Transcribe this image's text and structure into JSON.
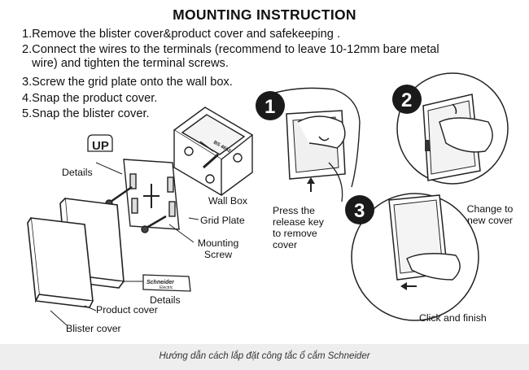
{
  "document": {
    "title": "MOUNTING INSTRUCTION",
    "steps": [
      "1.Remove the blister cover&product cover and safekeeping .",
      "2.Connect the wires to the terminals (recommend to leave 10-12mm bare metal\n   wire) and tighten the terminal screws.",
      "3.Screw the grid plate onto the wall box.",
      "4.Snap the product cover.",
      "5.Snap the blister cover."
    ]
  },
  "exploded_view": {
    "labels": {
      "details_top": "Details",
      "wall_box": "Wall Box",
      "grid_plate": "Grid Plate",
      "mounting_screw": "Mounting\nScrew",
      "details_bottom": "Details",
      "product_cover": "Product cover",
      "blister_cover": "Blister cover"
    },
    "up_tag": "UP",
    "logo": {
      "brand": "Schneider",
      "sub": "Electric"
    },
    "box_marking": "BS 4662"
  },
  "panels": [
    {
      "number": "1",
      "caption": "Press the\nrelease key\nto remove\ncover"
    },
    {
      "number": "2",
      "caption": "Change to\nnew cover"
    },
    {
      "number": "3",
      "caption": "Click and finish"
    }
  ],
  "footer": {
    "caption": "Hướng dẫn cách lắp đặt công tắc ổ cắm Schneider"
  },
  "colors": {
    "badge": "#1a1a1a",
    "caption_bar": "#eeeeee",
    "line": "#222222"
  }
}
